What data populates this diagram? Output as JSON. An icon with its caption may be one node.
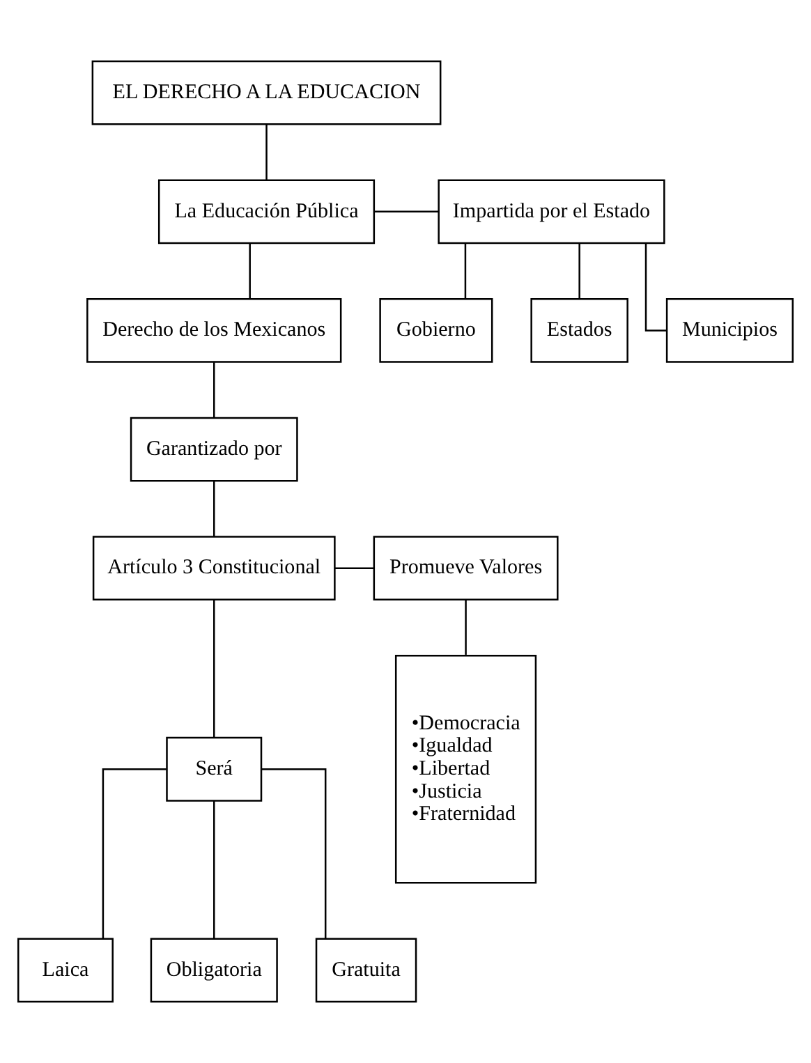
{
  "diagram": {
    "nodes": [
      {
        "text": [
          "EL DERECHO A LA EDUCACION"
        ]
      },
      {
        "text": [
          "La Educación Pública"
        ]
      },
      {
        "text": [
          "Impartida por el Estado"
        ]
      },
      {
        "text": [
          "Gobierno"
        ]
      },
      {
        "text": [
          "Estados"
        ]
      },
      {
        "text": [
          "Municipios"
        ]
      },
      {
        "text": [
          "Derecho de los Mexicanos"
        ]
      },
      {
        "text": [
          "Garantizado por"
        ]
      },
      {
        "text": [
          "Artículo 3 Constitucional"
        ]
      },
      {
        "text": [
          "Promueve Valores"
        ]
      },
      {
        "text": [
          "•Democracia",
          "•Igualdad",
          "•Libertad",
          "•Justicia",
          "•Fraternidad"
        ]
      },
      {
        "text": [
          "Será"
        ]
      },
      {
        "text": [
          "Laica"
        ]
      },
      {
        "text": [
          "Obligatoria"
        ]
      },
      {
        "text": [
          "Gratuita"
        ]
      }
    ],
    "edges": [
      {
        "from": 0,
        "to": 1,
        "arrow": "none"
      },
      {
        "from": 1,
        "to": 2,
        "arrow": "none"
      },
      {
        "from": 2,
        "to": 3,
        "arrow": "none"
      },
      {
        "from": 2,
        "to": 4,
        "arrow": "none"
      },
      {
        "from": 2,
        "to": 5,
        "arrow": "none"
      },
      {
        "from": 1,
        "to": 6,
        "arrow": "none"
      },
      {
        "from": 6,
        "to": 7,
        "arrow": "none"
      },
      {
        "from": 7,
        "to": 8,
        "arrow": "none"
      },
      {
        "from": 8,
        "to": 9,
        "arrow": "none"
      },
      {
        "from": 9,
        "to": 10,
        "arrow": "none"
      },
      {
        "from": 8,
        "to": 11,
        "arrow": "none"
      },
      {
        "from": 11,
        "to": 12,
        "arrow": "none"
      },
      {
        "from": 11,
        "to": 13,
        "arrow": "none"
      },
      {
        "from": 11,
        "to": 14,
        "arrow": "none"
      }
    ]
  }
}
